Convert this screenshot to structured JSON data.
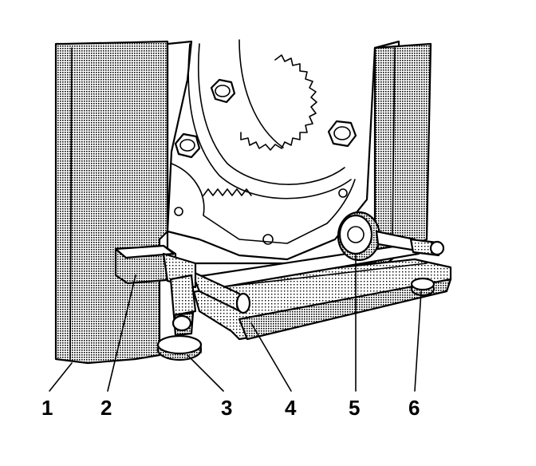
{
  "callouts": [
    {
      "id": "1",
      "label": "1"
    },
    {
      "id": "2",
      "label": "2"
    },
    {
      "id": "3",
      "label": "3"
    },
    {
      "id": "4",
      "label": "4"
    },
    {
      "id": "5",
      "label": "5"
    },
    {
      "id": "6",
      "label": "6"
    }
  ],
  "colors": {
    "ink": "#000000",
    "paper": "#ffffff",
    "stipple": "#808080"
  }
}
